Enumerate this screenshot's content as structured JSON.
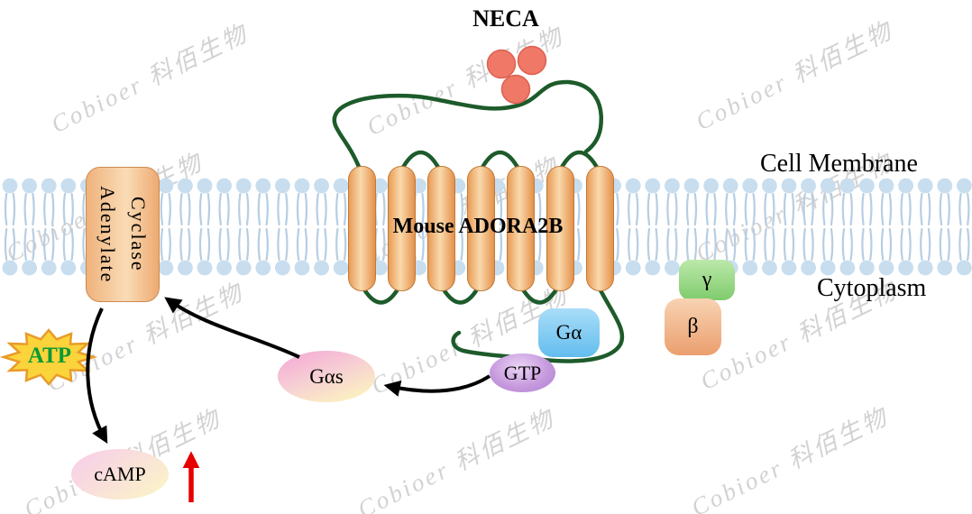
{
  "watermark": {
    "text": "Cobioer 科佰生物"
  },
  "ligand": {
    "label": "NECA"
  },
  "membrane": {
    "label": "Cell Membrane"
  },
  "cytoplasm": {
    "label": "Cytoplasm"
  },
  "receptor": {
    "label": "Mouse ADORA2B"
  },
  "enzyme": {
    "line1": "Adenylate",
    "line2": "Cyclase"
  },
  "molecules": {
    "atp": "ATP",
    "gas": "Gαs",
    "gtp": "GTP",
    "g_alpha": "Gα",
    "beta": "β",
    "gamma": "γ",
    "camp": "cAMP"
  },
  "colors": {
    "loop_green": "#1d5b2b",
    "arrow_black": "#000000",
    "arrow_red": "#e60000",
    "atp_text": "#0a9a35",
    "atp_star": "#fbd33a",
    "neca_ligand": "#ef7866",
    "membrane_head": "#c8deef",
    "helix_fill": "#f3b87e",
    "watermark": "#d3d2d3"
  }
}
